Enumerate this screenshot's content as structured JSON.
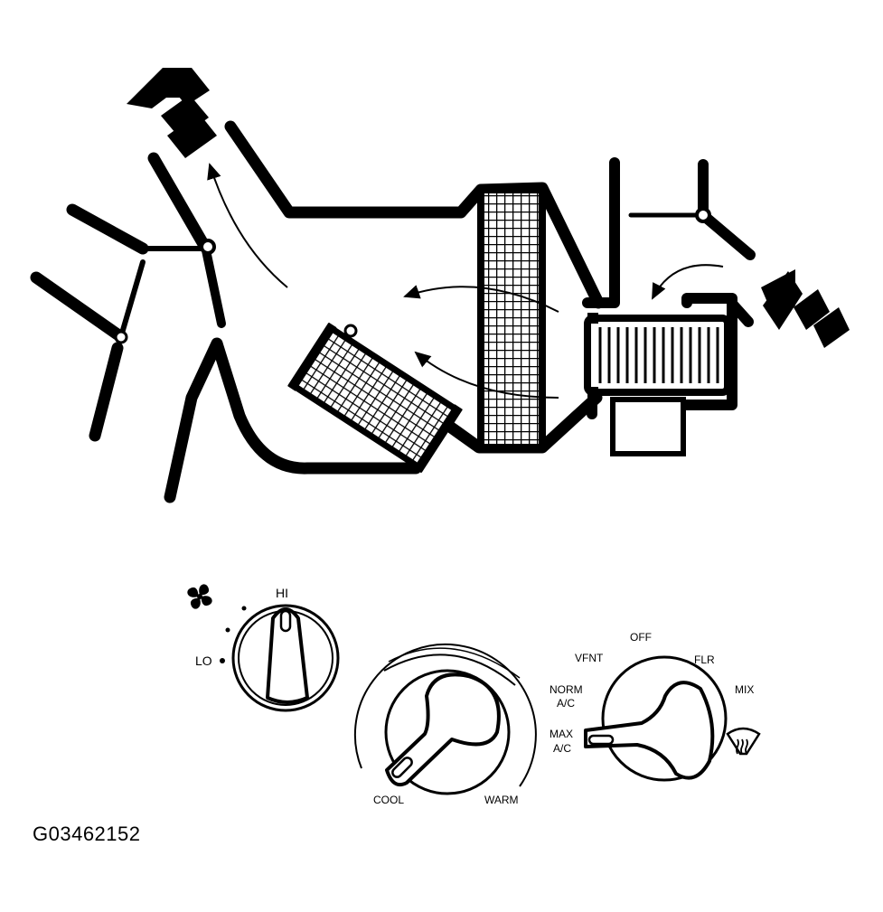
{
  "figure_id": "G03462152",
  "fan_knob": {
    "label_hi": "HI",
    "label_lo": "LO",
    "icon": "fan-icon"
  },
  "temp_knob": {
    "label_cool": "COOL",
    "label_warm": "WARM"
  },
  "mode_knob": {
    "label_off": "OFF",
    "label_vent": "VFNT",
    "label_flr": "FLR",
    "label_mix": "MIX",
    "label_norm_1": "NORM",
    "label_norm_2": "A/C",
    "label_max_1": "MAX",
    "label_max_2": "A/C",
    "defrost_icon": "defrost-icon"
  },
  "colors": {
    "ink": "#000000",
    "paper": "#ffffff"
  }
}
